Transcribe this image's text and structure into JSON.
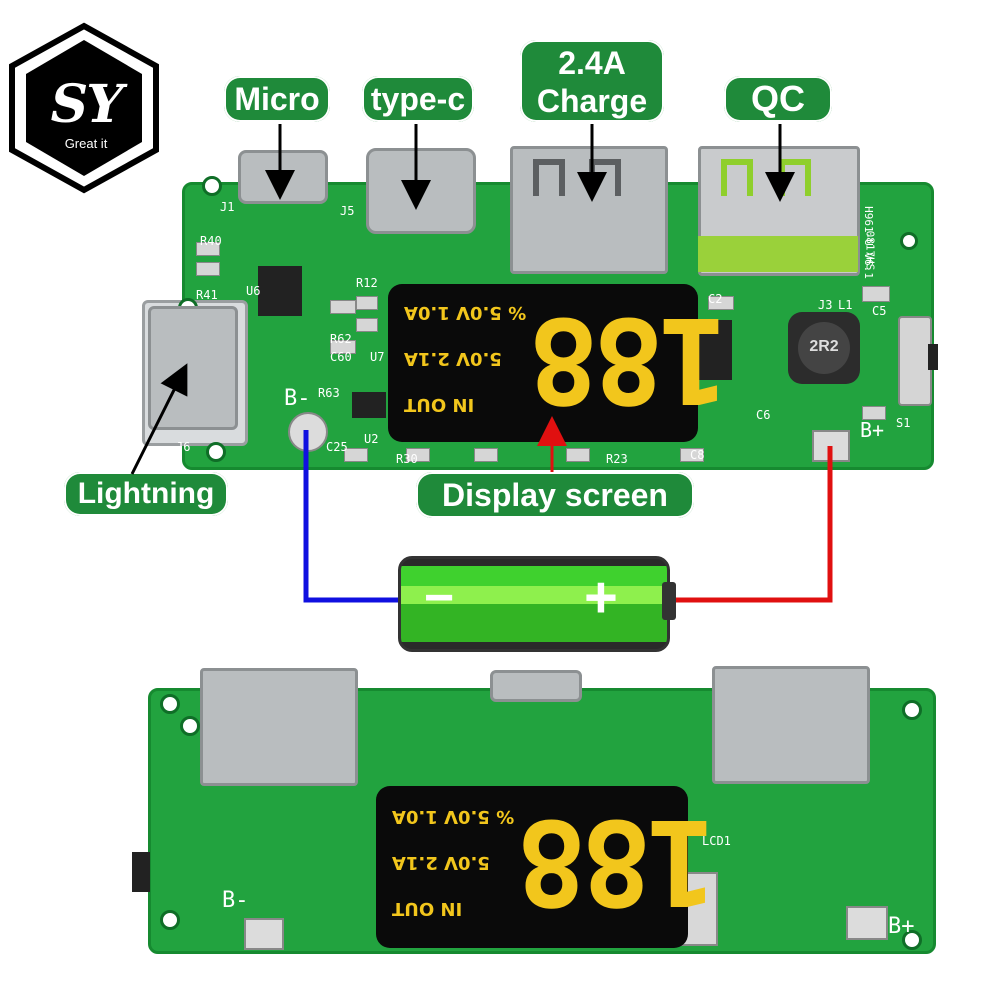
{
  "logo": {
    "letters": "SY",
    "tagline": "Great it"
  },
  "labels": {
    "micro": "Micro",
    "typec": "type-c",
    "charge_line1": "2.4A",
    "charge_line2": "Charge",
    "qc": "QC",
    "lightning": "Lightning",
    "display": "Display screen"
  },
  "board_top": {
    "silk": {
      "j1": "J1",
      "j5": "J5",
      "j6": "J6",
      "j3": "J3",
      "l1": "L1",
      "s1": "S1",
      "r40": "R40",
      "r41": "R41",
      "u6": "U6",
      "r12": "R12",
      "r62": "R62",
      "c60": "C60",
      "u7": "U7",
      "r63": "R63",
      "u2": "U2",
      "c25": "C25",
      "r30": "R30",
      "r23": "R23",
      "c2": "C2",
      "c5": "C5",
      "c6": "C6",
      "c8": "C8",
      "bminus": "B-",
      "bplus": "B+",
      "version": "H961-U V6.1",
      "date": "0817HS",
      "inductor": "2R2"
    },
    "lcd": {
      "line1": "% 5.0V 1.0A",
      "line2": "5.0V 2.1A",
      "line3": "IN OUT",
      "digits": "188"
    }
  },
  "battery": {
    "minus": "−",
    "plus": "+"
  },
  "board_bottom": {
    "silk": {
      "bminus": "B-",
      "bplus": "B+",
      "lcd1": "LCD1"
    },
    "lcd": {
      "line1": "% 5.0V 1.0A",
      "line2": "5.0V 2.1A",
      "line3": "IN OUT",
      "digits": "188"
    }
  },
  "colors": {
    "pcb": "#22a33f",
    "label_bg": "#1f8a3a",
    "wire_neg": "#1010e0",
    "wire_pos": "#e01010",
    "lcd_digit": "#f2c61c"
  }
}
